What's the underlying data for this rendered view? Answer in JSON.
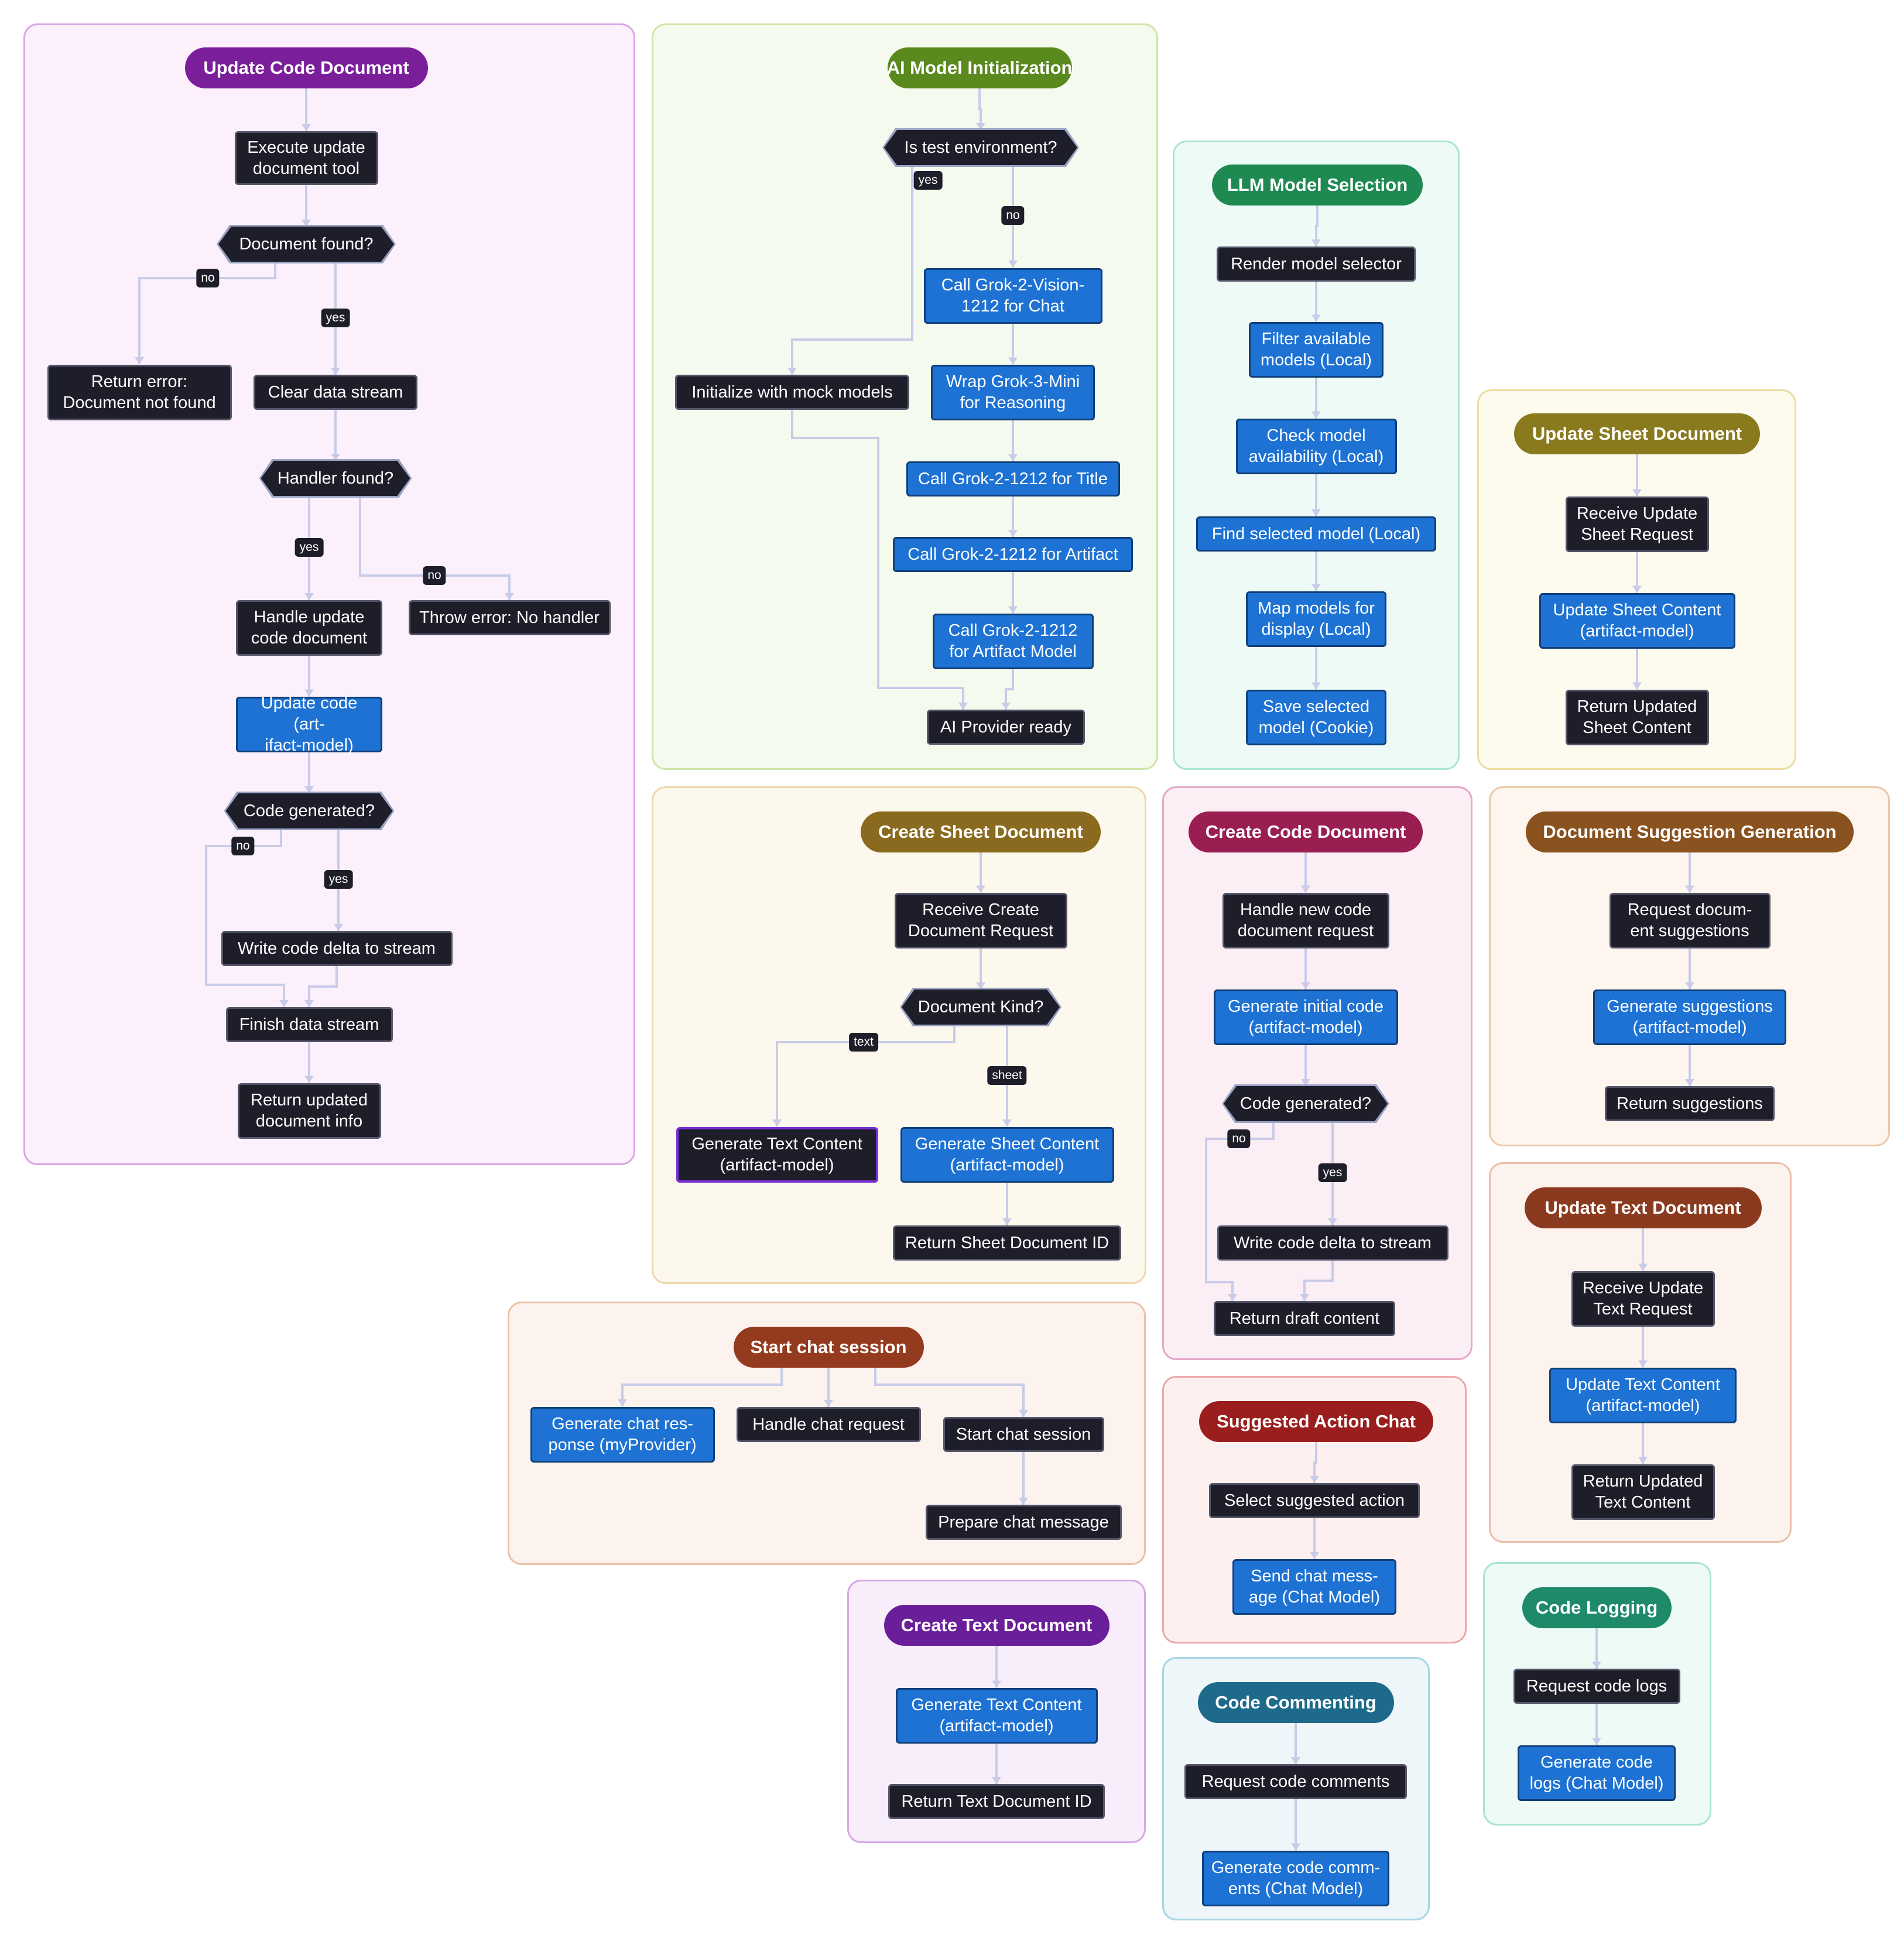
{
  "panels": [
    {
      "id": "upd-code",
      "title": "Update Code Document",
      "bg": "#fbf0fb",
      "border": "#dba6e6",
      "pill": "#7a1e9a"
    },
    {
      "id": "ai-init",
      "title": "AI Model Initialization",
      "bg": "#f5faee",
      "border": "#cfe6a8",
      "pill": "#5a8a1e"
    },
    {
      "id": "llm-sel",
      "title": "LLM Model Selection",
      "bg": "#eefaf5",
      "border": "#a8e6cf",
      "pill": "#1e8a52"
    },
    {
      "id": "upd-sheet",
      "title": "Update Sheet Document",
      "bg": "#fdfaee",
      "border": "#ecdca0",
      "pill": "#8a7a1e"
    },
    {
      "id": "create-sheet",
      "title": "Create Sheet Document",
      "bg": "#fdf8ee",
      "border": "#ecd8a8",
      "pill": "#8a6a1e"
    },
    {
      "id": "create-code",
      "title": "Create Code Document",
      "bg": "#fbeef4",
      "border": "#e6a8c8",
      "pill": "#9a1e52"
    },
    {
      "id": "doc-sugg",
      "title": "Document Suggestion Generation",
      "bg": "#fdf5ee",
      "border": "#ecc8a8",
      "pill": "#8a521e"
    },
    {
      "id": "upd-text",
      "title": "Update Text Document",
      "bg": "#fdf3ee",
      "border": "#ecbea8",
      "pill": "#8a3a1e"
    },
    {
      "id": "chat",
      "title": "Start chat session",
      "bg": "#fcf3ee",
      "border": "#ecc0a8",
      "pill": "#943a1e"
    },
    {
      "id": "sugg-act",
      "title": "Suggested Action Chat",
      "bg": "#fdf0ee",
      "border": "#eca8a8",
      "pill": "#9a1e1e"
    },
    {
      "id": "create-text",
      "title": "Create Text Document",
      "bg": "#f8eefb",
      "border": "#d6a8e6",
      "pill": "#6a1e9a"
    },
    {
      "id": "comment",
      "title": "Code Commenting",
      "bg": "#eef6fa",
      "border": "#a8d4e6",
      "pill": "#1e6a8a"
    },
    {
      "id": "logging",
      "title": "Code Logging",
      "bg": "#eefaf6",
      "border": "#a8e6d0",
      "pill": "#1e8a6a"
    }
  ],
  "nodes": [
    {
      "id": "uc1",
      "text": "Execute update\ndocument tool",
      "kind": "dark"
    },
    {
      "id": "uc2",
      "text": "Document found?",
      "kind": "diamond"
    },
    {
      "id": "uc3",
      "text": "Return error:\nDocument not found",
      "kind": "dark"
    },
    {
      "id": "uc4",
      "text": "Clear data stream",
      "kind": "dark"
    },
    {
      "id": "uc5",
      "text": "Handler found?",
      "kind": "diamond"
    },
    {
      "id": "uc6",
      "text": "Handle update\ncode document",
      "kind": "dark"
    },
    {
      "id": "uc7",
      "text": "Throw error: No handler",
      "kind": "dark"
    },
    {
      "id": "uc8",
      "text": "Update code (art-\nifact-model)",
      "kind": "blue"
    },
    {
      "id": "uc9",
      "text": "Code generated?",
      "kind": "diamond"
    },
    {
      "id": "uc10",
      "text": "Write code delta to stream",
      "kind": "dark"
    },
    {
      "id": "uc11",
      "text": "Finish data stream",
      "kind": "dark"
    },
    {
      "id": "uc12",
      "text": "Return updated\ndocument info",
      "kind": "dark"
    },
    {
      "id": "ai1",
      "text": "Is test environment?",
      "kind": "diamond"
    },
    {
      "id": "ai2",
      "text": "Call Grok-2-Vision-\n1212 for Chat",
      "kind": "blue"
    },
    {
      "id": "ai3",
      "text": "Initialize with mock models",
      "kind": "dark"
    },
    {
      "id": "ai4",
      "text": "Wrap Grok-3-Mini\nfor Reasoning",
      "kind": "blue"
    },
    {
      "id": "ai5",
      "text": "Call Grok-2-1212 for Title",
      "kind": "blue"
    },
    {
      "id": "ai6",
      "text": "Call Grok-2-1212 for Artifact",
      "kind": "blue"
    },
    {
      "id": "ai7",
      "text": "Call Grok-2-1212\nfor Artifact Model",
      "kind": "blue"
    },
    {
      "id": "ai8",
      "text": "AI Provider ready",
      "kind": "dark"
    },
    {
      "id": "ls1",
      "text": "Render model selector",
      "kind": "dark"
    },
    {
      "id": "ls2",
      "text": "Filter available\nmodels (Local)",
      "kind": "blue"
    },
    {
      "id": "ls3",
      "text": "Check model\navailability (Local)",
      "kind": "blue"
    },
    {
      "id": "ls4",
      "text": "Find selected model (Local)",
      "kind": "blue"
    },
    {
      "id": "ls5",
      "text": "Map models for\ndisplay (Local)",
      "kind": "blue"
    },
    {
      "id": "ls6",
      "text": "Save selected\nmodel (Cookie)",
      "kind": "blue"
    },
    {
      "id": "us1",
      "text": "Receive Update\nSheet Request",
      "kind": "dark"
    },
    {
      "id": "us2",
      "text": "Update Sheet Content\n(artifact-model)",
      "kind": "blue"
    },
    {
      "id": "us3",
      "text": "Return Updated\nSheet Content",
      "kind": "dark"
    },
    {
      "id": "cs1",
      "text": "Receive Create\nDocument Request",
      "kind": "dark"
    },
    {
      "id": "cs2",
      "text": "Document Kind?",
      "kind": "diamond"
    },
    {
      "id": "cs3",
      "text": "Generate Text Content\n(artifact-model)",
      "kind": "dark hl"
    },
    {
      "id": "cs4",
      "text": "Generate Sheet Content\n(artifact-model)",
      "kind": "blue"
    },
    {
      "id": "cs5",
      "text": "Return Sheet Document ID",
      "kind": "dark"
    },
    {
      "id": "cc1",
      "text": "Handle new code\ndocument request",
      "kind": "dark"
    },
    {
      "id": "cc2",
      "text": "Generate initial code\n(artifact-model)",
      "kind": "blue"
    },
    {
      "id": "cc3",
      "text": "Code generated?",
      "kind": "diamond"
    },
    {
      "id": "cc4",
      "text": "Write code delta to stream",
      "kind": "dark"
    },
    {
      "id": "cc5",
      "text": "Return draft content",
      "kind": "dark"
    },
    {
      "id": "dg1",
      "text": "Request docum-\nent suggestions",
      "kind": "dark"
    },
    {
      "id": "dg2",
      "text": "Generate suggestions\n(artifact-model)",
      "kind": "blue"
    },
    {
      "id": "dg3",
      "text": "Return suggestions",
      "kind": "dark"
    },
    {
      "id": "ut1",
      "text": "Receive Update\nText Request",
      "kind": "dark"
    },
    {
      "id": "ut2",
      "text": "Update Text Content\n(artifact-model)",
      "kind": "blue"
    },
    {
      "id": "ut3",
      "text": "Return Updated\nText Content",
      "kind": "dark"
    },
    {
      "id": "ch1",
      "text": "Generate chat res-\nponse (myProvider)",
      "kind": "blue"
    },
    {
      "id": "ch2",
      "text": "Handle chat request",
      "kind": "dark"
    },
    {
      "id": "ch3",
      "text": "Start chat session",
      "kind": "dark"
    },
    {
      "id": "ch4",
      "text": "Prepare chat message",
      "kind": "dark"
    },
    {
      "id": "sa1",
      "text": "Select suggested action",
      "kind": "dark"
    },
    {
      "id": "sa2",
      "text": "Send chat mess-\nage (Chat Model)",
      "kind": "blue"
    },
    {
      "id": "ct1",
      "text": "Generate Text Content\n(artifact-model)",
      "kind": "blue"
    },
    {
      "id": "ct2",
      "text": "Return Text Document ID",
      "kind": "dark"
    },
    {
      "id": "cm1",
      "text": "Request code comments",
      "kind": "dark"
    },
    {
      "id": "cm2",
      "text": "Generate code comm-\nents (Chat Model)",
      "kind": "blue"
    },
    {
      "id": "lg1",
      "text": "Request code logs",
      "kind": "dark"
    },
    {
      "id": "lg2",
      "text": "Generate code\nlogs (Chat Model)",
      "kind": "blue"
    }
  ],
  "edge_labels": [
    {
      "id": "e-uc2-no",
      "text": "no"
    },
    {
      "id": "e-uc2-yes",
      "text": "yes"
    },
    {
      "id": "e-uc5-yes",
      "text": "yes"
    },
    {
      "id": "e-uc5-no",
      "text": "no"
    },
    {
      "id": "e-uc9-no",
      "text": "no"
    },
    {
      "id": "e-uc9-yes",
      "text": "yes"
    },
    {
      "id": "e-ai1-yes",
      "text": "yes"
    },
    {
      "id": "e-ai1-no",
      "text": "no"
    },
    {
      "id": "e-cs2-text",
      "text": "text"
    },
    {
      "id": "e-cs2-sheet",
      "text": "sheet"
    },
    {
      "id": "e-cc3-no",
      "text": "no"
    },
    {
      "id": "e-cc3-yes",
      "text": "yes"
    }
  ],
  "edges": [
    [
      "pill:upd-code",
      "uc1"
    ],
    [
      "uc1",
      "uc2"
    ],
    [
      "uc2",
      "uc3"
    ],
    [
      "uc2",
      "uc4"
    ],
    [
      "uc4",
      "uc5"
    ],
    [
      "uc5",
      "uc6"
    ],
    [
      "uc5",
      "uc7"
    ],
    [
      "uc6",
      "uc8"
    ],
    [
      "uc8",
      "uc9"
    ],
    [
      "uc9",
      "uc10"
    ],
    [
      "uc9",
      "uc11"
    ],
    [
      "uc10",
      "uc11"
    ],
    [
      "uc11",
      "uc12"
    ],
    [
      "pill:ai-init",
      "ai1"
    ],
    [
      "ai1",
      "ai2"
    ],
    [
      "ai1",
      "ai3"
    ],
    [
      "ai2",
      "ai4"
    ],
    [
      "ai4",
      "ai5"
    ],
    [
      "ai5",
      "ai6"
    ],
    [
      "ai6",
      "ai7"
    ],
    [
      "ai7",
      "ai8"
    ],
    [
      "ai3",
      "ai8"
    ],
    [
      "pill:llm-sel",
      "ls1"
    ],
    [
      "ls1",
      "ls2"
    ],
    [
      "ls2",
      "ls3"
    ],
    [
      "ls3",
      "ls4"
    ],
    [
      "ls4",
      "ls5"
    ],
    [
      "ls5",
      "ls6"
    ],
    [
      "pill:upd-sheet",
      "us1"
    ],
    [
      "us1",
      "us2"
    ],
    [
      "us2",
      "us3"
    ],
    [
      "pill:create-sheet",
      "cs1"
    ],
    [
      "cs1",
      "cs2"
    ],
    [
      "cs2",
      "cs3"
    ],
    [
      "cs2",
      "cs4"
    ],
    [
      "cs4",
      "cs5"
    ],
    [
      "pill:create-code",
      "cc1"
    ],
    [
      "cc1",
      "cc2"
    ],
    [
      "cc2",
      "cc3"
    ],
    [
      "cc3",
      "cc4"
    ],
    [
      "cc3",
      "cc5"
    ],
    [
      "cc4",
      "cc5"
    ],
    [
      "pill:doc-sugg",
      "dg1"
    ],
    [
      "dg1",
      "dg2"
    ],
    [
      "dg2",
      "dg3"
    ],
    [
      "pill:upd-text",
      "ut1"
    ],
    [
      "ut1",
      "ut2"
    ],
    [
      "ut2",
      "ut3"
    ],
    [
      "pill:chat",
      "ch1"
    ],
    [
      "pill:chat",
      "ch2"
    ],
    [
      "pill:chat",
      "ch3"
    ],
    [
      "ch3",
      "ch4"
    ],
    [
      "pill:sugg-act",
      "sa1"
    ],
    [
      "sa1",
      "sa2"
    ],
    [
      "pill:create-text",
      "ct1"
    ],
    [
      "ct1",
      "ct2"
    ],
    [
      "pill:comment",
      "cm1"
    ],
    [
      "cm1",
      "cm2"
    ],
    [
      "pill:logging",
      "lg1"
    ],
    [
      "lg1",
      "lg2"
    ]
  ],
  "colors": {
    "edge": "#c8cce8",
    "dark_node": "#1e1e2a",
    "blue_node": "#1d72d3",
    "highlight": "#7b2fd6"
  }
}
